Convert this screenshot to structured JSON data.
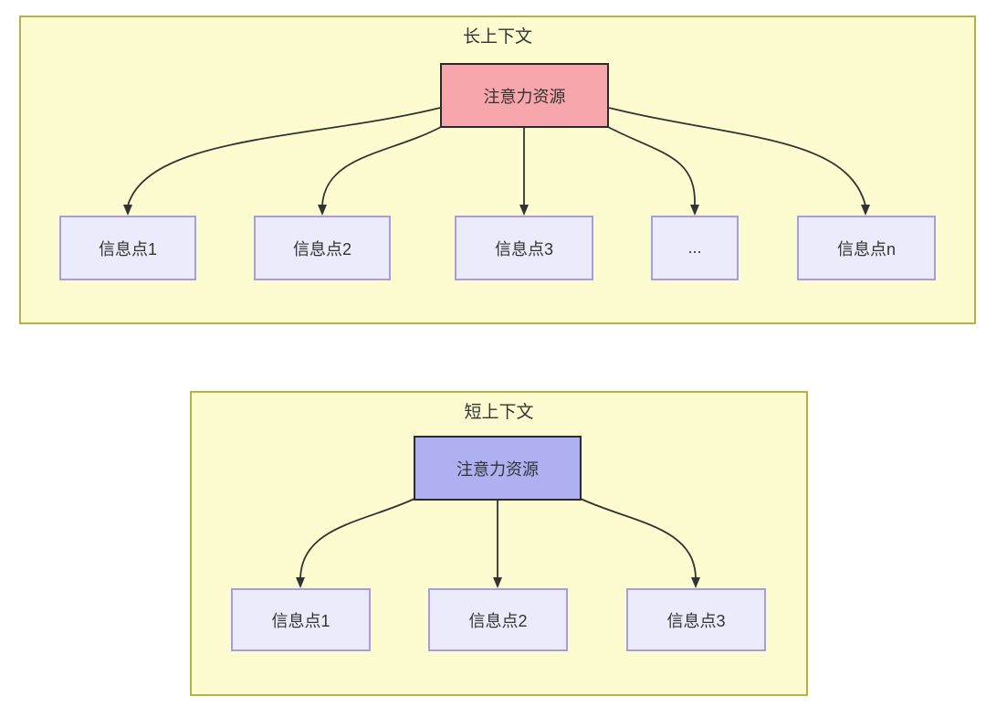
{
  "colors": {
    "canvas_bg": "#ffffff",
    "container_fill": "#fcfcd0",
    "container_border": "#b3b346",
    "node_fill": "#ebebfc",
    "node_border": "#a79ce0",
    "source_long_fill": "#f7a6ab",
    "source_short_fill": "#aeb0f2",
    "source_border": "#2b2b2b",
    "arrow": "#333333",
    "text": "#333333"
  },
  "diagram": {
    "long_context": {
      "title": "长上下文",
      "source": {
        "label": "注意力资源"
      },
      "nodes": [
        {
          "label": "信息点1"
        },
        {
          "label": "信息点2"
        },
        {
          "label": "信息点3"
        },
        {
          "label": "..."
        },
        {
          "label": "信息点n"
        }
      ]
    },
    "short_context": {
      "title": "短上下文",
      "source": {
        "label": "注意力资源"
      },
      "nodes": [
        {
          "label": "信息点1"
        },
        {
          "label": "信息点2"
        },
        {
          "label": "信息点3"
        }
      ]
    }
  }
}
